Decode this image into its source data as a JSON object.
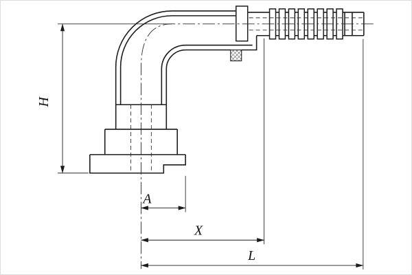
{
  "diagram": {
    "kind": "technical-drawing",
    "description": "90-degree elbow flange hydraulic hose fitting, side elevation with dimension callouts",
    "labels": {
      "height": "H",
      "flange_offset": "A",
      "insert_length": "X",
      "overall_length": "L"
    },
    "features": {
      "o_ring": "cross-hatched o-ring seal",
      "hose_tail": "serrated hose barb shank",
      "flange": "stepped flange foot"
    },
    "colors": {
      "line": "#1c1c1c",
      "background": "#ffffff"
    }
  }
}
